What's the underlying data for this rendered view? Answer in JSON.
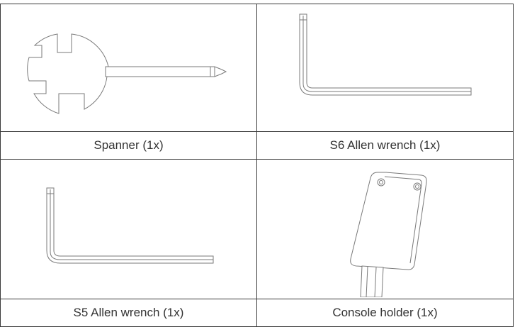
{
  "items": [
    {
      "label": "Spanner (1x)",
      "icon": "spanner-icon"
    },
    {
      "label": "S6 Allen wrench (1x)",
      "icon": "allen-wrench-icon"
    },
    {
      "label": "S5 Allen wrench (1x)",
      "icon": "allen-wrench-icon"
    },
    {
      "label": "Console holder (1x)",
      "icon": "console-holder-icon"
    }
  ]
}
